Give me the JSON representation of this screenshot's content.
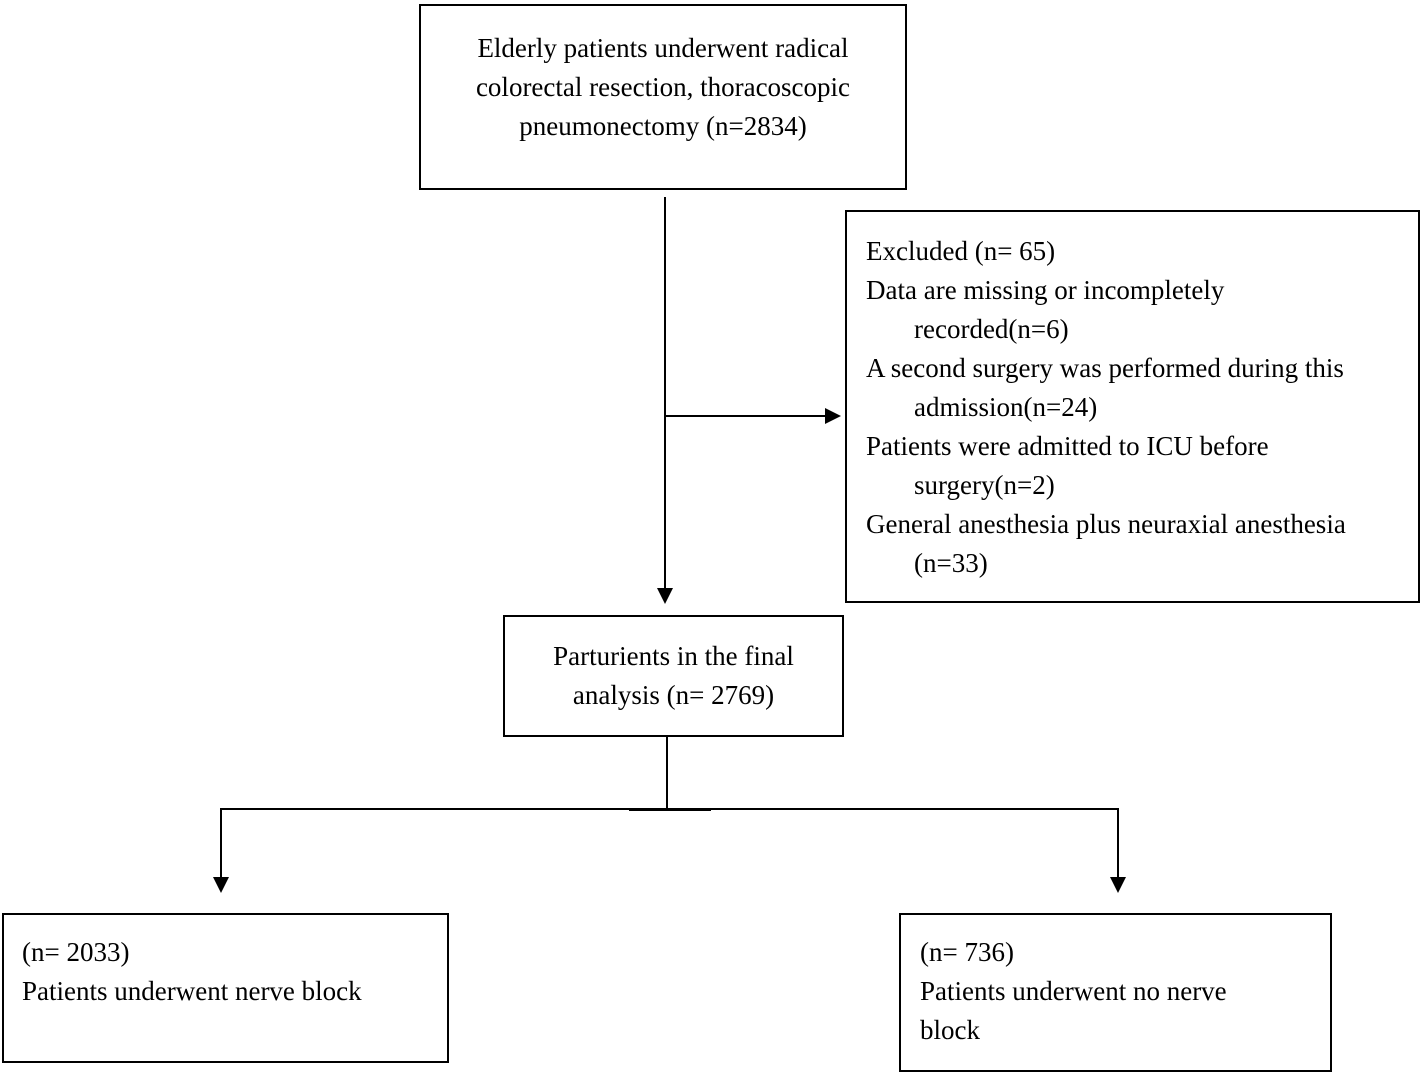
{
  "enrolled": {
    "lines": [
      "Elderly patients underwent radical",
      "colorectal resection, thoracoscopic",
      "pneumonectomy (n=2834)"
    ]
  },
  "excluded": {
    "title": "Excluded (n= 65)",
    "items": [
      {
        "line1": "Data are missing or incompletely",
        "line2": "recorded(n=6)"
      },
      {
        "line1": "A second surgery was performed during this",
        "line2": "admission(n=24)"
      },
      {
        "line1": "Patients were admitted to ICU before",
        "line2": "surgery(n=2)"
      },
      {
        "line1": "General anesthesia plus neuraxial anesthesia",
        "line2": "(n=33)"
      }
    ]
  },
  "final": {
    "lines": [
      "Parturients in the final",
      "analysis (n= 2769)"
    ]
  },
  "nerve_block": {
    "count": "(n= 2033)",
    "label": "Patients underwent nerve block"
  },
  "no_nerve_block": {
    "count": "(n= 736)",
    "label_line1": "Patients underwent no nerve",
    "label_line2": "block"
  }
}
